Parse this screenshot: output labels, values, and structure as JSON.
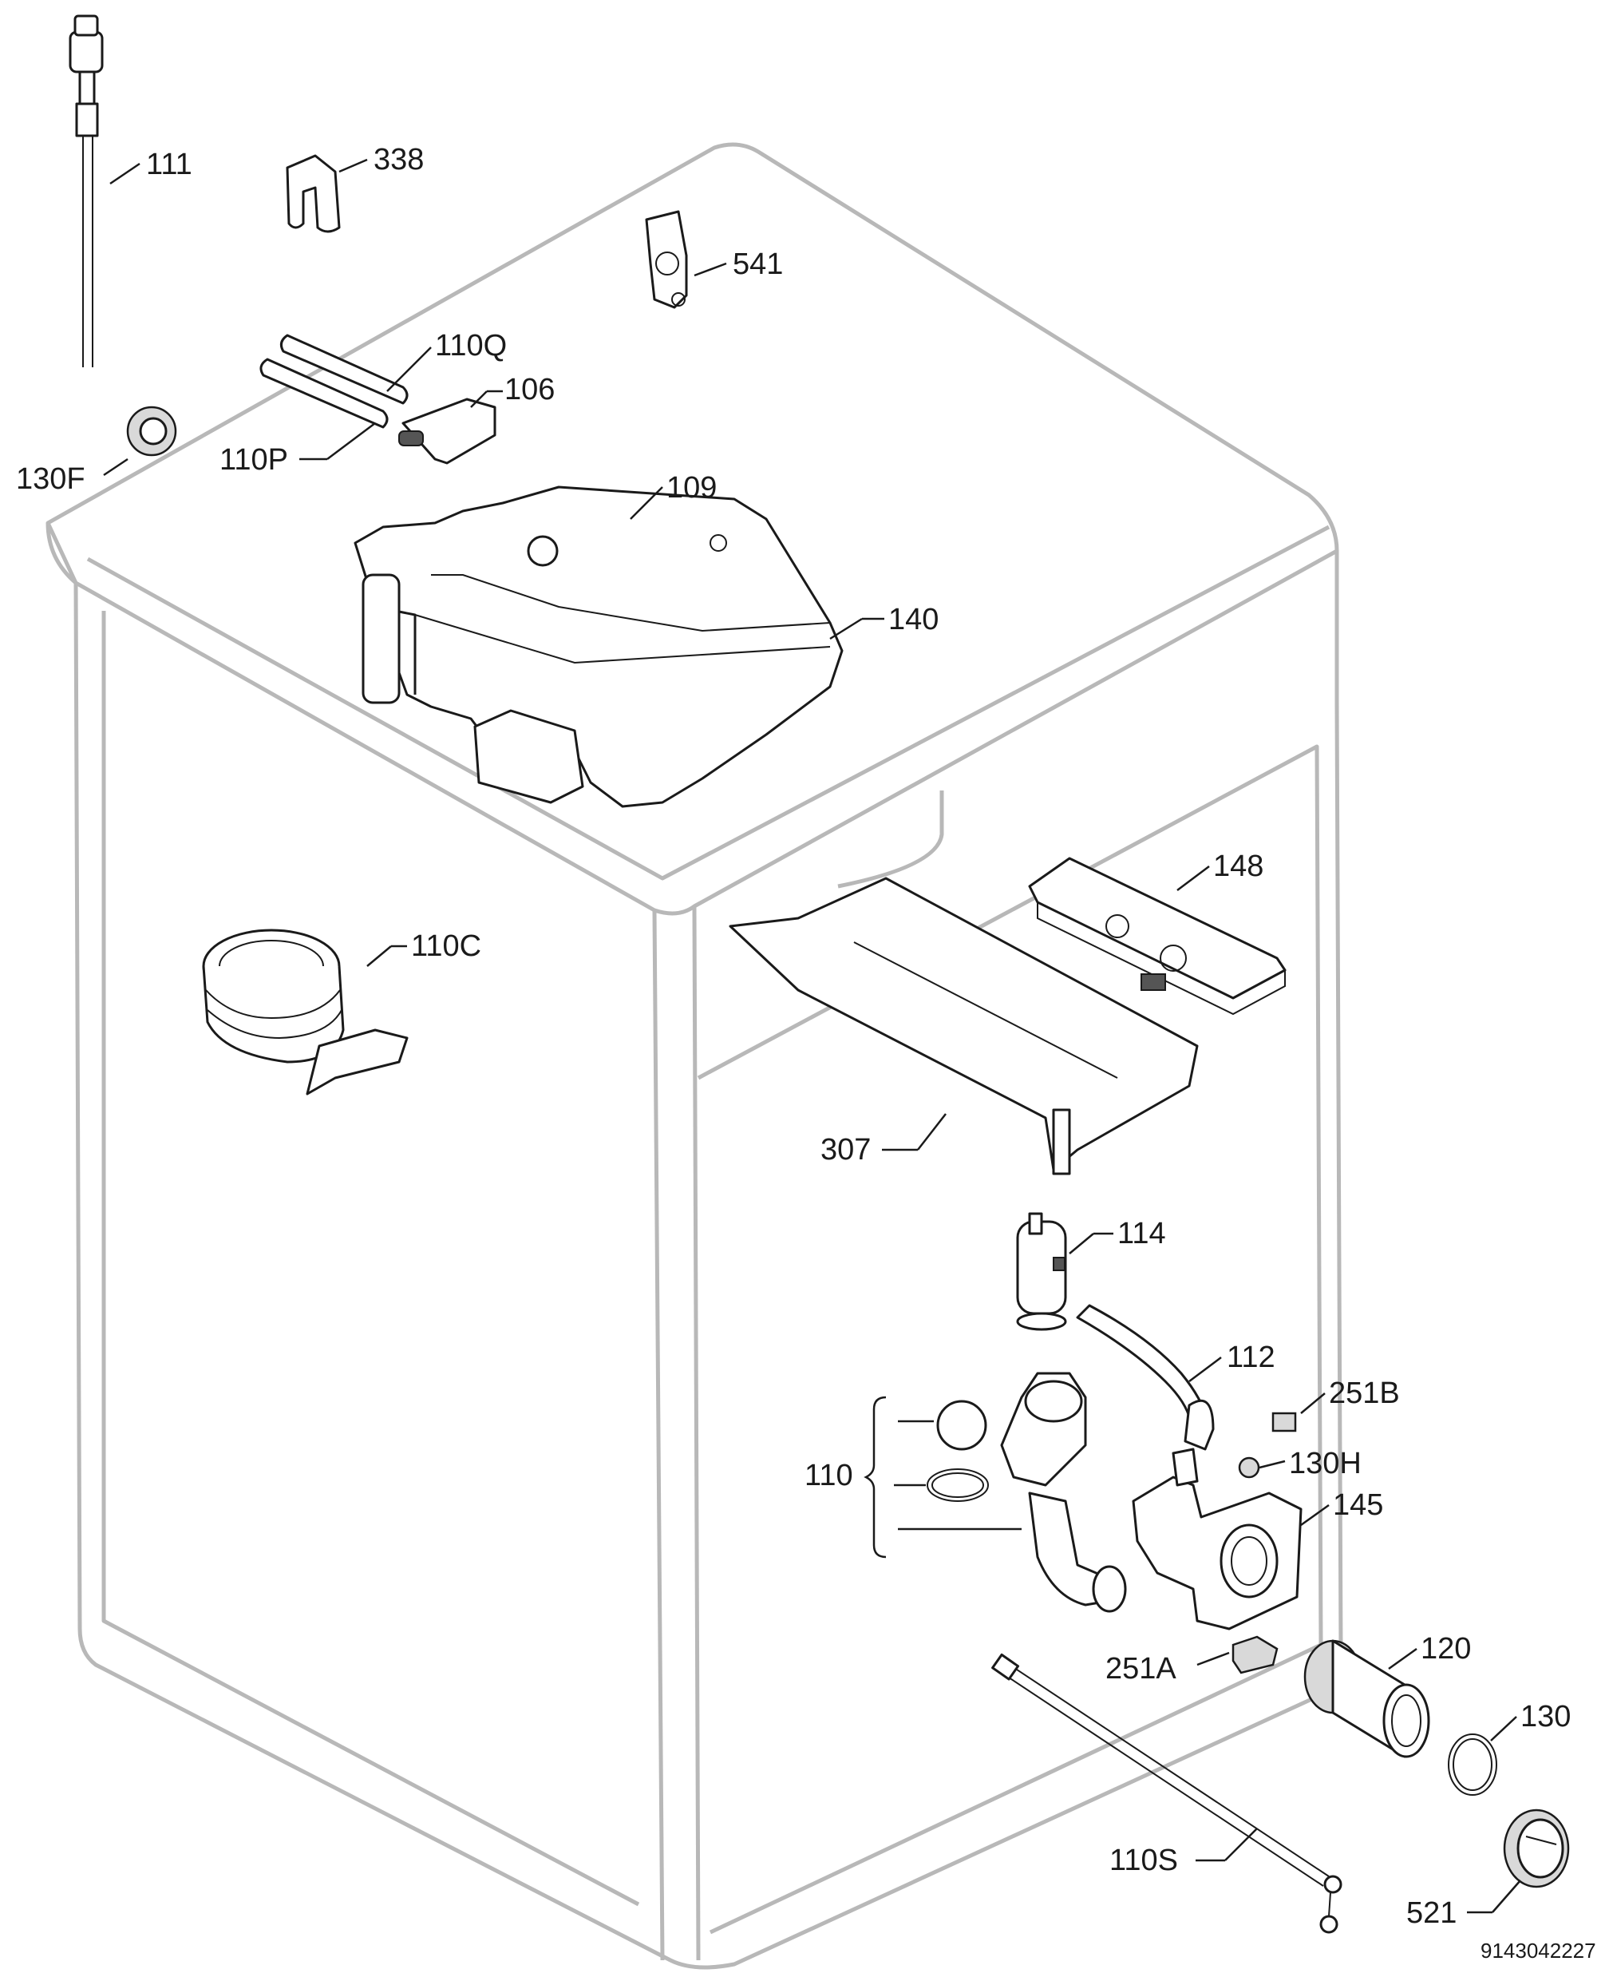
{
  "document_number": "9143042227",
  "callouts": {
    "c111": "111",
    "c338": "338",
    "c541": "541",
    "c110Q": "110Q",
    "c106": "106",
    "c110P": "110P",
    "c130F": "130F",
    "c109": "109",
    "c140": "140",
    "c148": "148",
    "c110C": "110C",
    "c307": "307",
    "c114": "114",
    "c112": "112",
    "c251B": "251B",
    "c110": "110",
    "c130H": "130H",
    "c145": "145",
    "c251A": "251A",
    "c120": "120",
    "c130": "130",
    "c110S": "110S",
    "c521": "521"
  }
}
